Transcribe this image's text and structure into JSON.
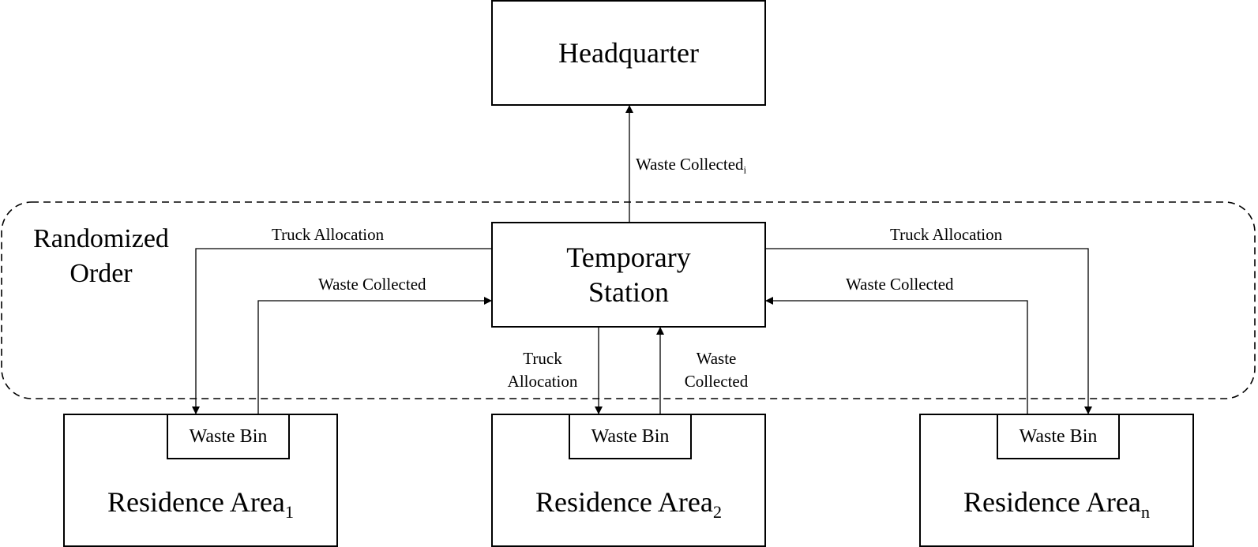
{
  "group": {
    "line1": "Randomized",
    "line2": "Order"
  },
  "headquarter": {
    "label": "Headquarter"
  },
  "station": {
    "line1": "Temporary",
    "line2": "Station"
  },
  "edges": {
    "to_hq": {
      "text": "Waste Collected",
      "sub": "i"
    },
    "left_alloc": "Truck Allocation",
    "left_collected": "Waste Collected",
    "right_alloc": "Truck Allocation",
    "right_collected": "Waste Collected",
    "mid_alloc_line1": "Truck",
    "mid_alloc_line2": "Allocation",
    "mid_collected_line1": "Waste",
    "mid_collected_line2": "Collected"
  },
  "residences": [
    {
      "bin": "Waste Bin",
      "name": "Residence Area",
      "sub": "1"
    },
    {
      "bin": "Waste Bin",
      "name": "Residence Area",
      "sub": "2"
    },
    {
      "bin": "Waste Bin",
      "name": "Residence Area",
      "sub": "n"
    }
  ]
}
